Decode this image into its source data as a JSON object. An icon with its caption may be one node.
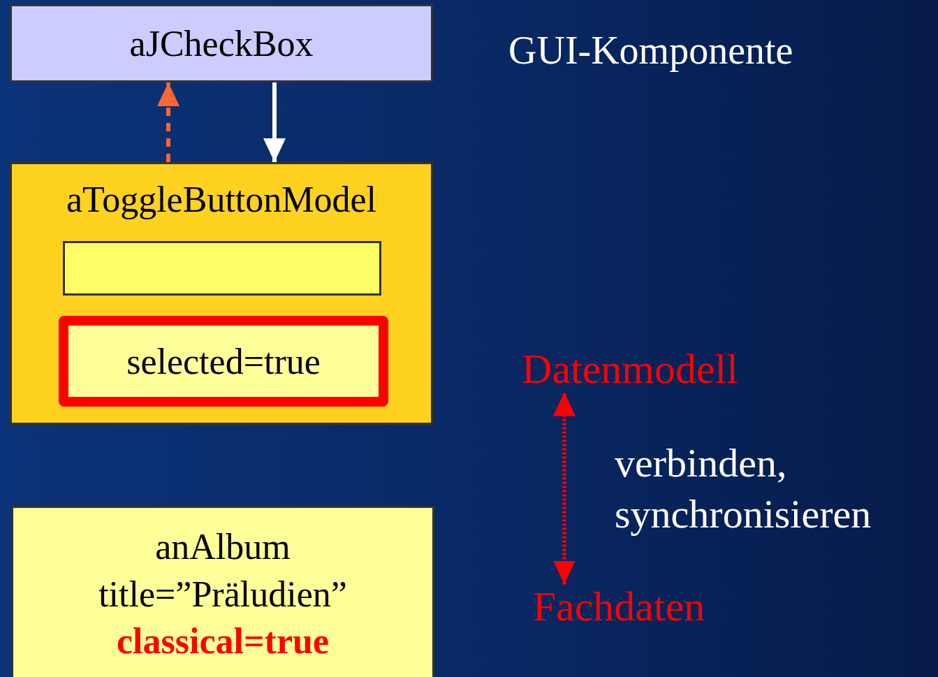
{
  "diagram": {
    "nodes": [
      {
        "text": [
          "aJCheckBox"
        ]
      },
      {
        "text": [
          "aToggleButtonModel"
        ]
      },
      {
        "text": [],
        "shape": "box",
        "in": 1
      },
      {
        "text": [
          "selected=true"
        ],
        "in": 1
      },
      {
        "text": [
          "anAlbum",
          "title=”Präludien”",
          "classical=true"
        ]
      },
      {
        "text": [
          "Datenmodell"
        ]
      },
      {
        "text": [
          "Fachdaten"
        ]
      }
    ],
    "edges": [
      {
        "from": 1,
        "to": 0,
        "arrow": "to",
        "style": "dashed",
        "color": "#ff6633"
      },
      {
        "from": 0,
        "to": 1,
        "arrow": "to",
        "color": "#ffffff"
      },
      {
        "from": 6,
        "to": 5,
        "arrow": "both",
        "style": "dashed",
        "color": "#ff0000",
        "label": "verbinden, synchronisieren"
      }
    ],
    "labels": [
      "GUI-Komponente"
    ]
  }
}
